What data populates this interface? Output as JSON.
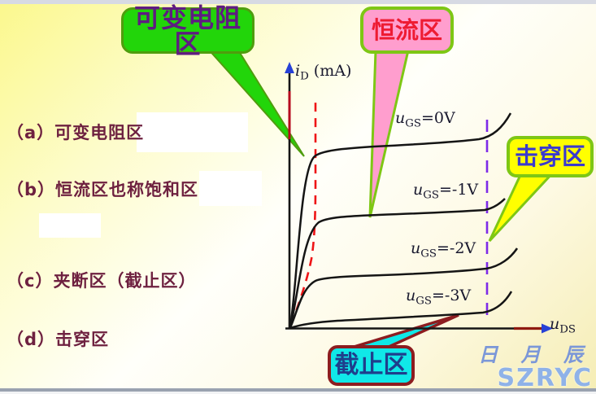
{
  "slide": {
    "callouts": {
      "variable_resistance": "可变电阻区",
      "constant_current": "恒流区",
      "breakdown": "击穿区",
      "cutoff": "截止区"
    },
    "list_items": [
      "（a）可变电阻区",
      "（b）恒流区也称饱和区",
      "（c）夹断区（截止区）",
      "（d）击穿区"
    ],
    "watermark": {
      "line1": "日 月 辰",
      "line2": "SZRYC"
    }
  },
  "chart_data": {
    "type": "line",
    "ylabel": {
      "var": "i",
      "sub": "D",
      "unit": " (mA)"
    },
    "xlabel": {
      "var": "u",
      "sub": "DS"
    },
    "curve_labels": [
      {
        "var": "u",
        "sub": "GS",
        "value": "=0V"
      },
      {
        "var": "u",
        "sub": "GS",
        "value": "=-1V"
      },
      {
        "var": "u",
        "sub": "GS",
        "value": "=-2V"
      },
      {
        "var": "u",
        "sub": "GS",
        "value": "=-3V"
      }
    ],
    "series": [
      {
        "name": "uGS=0V",
        "plateau_relative_current": 0.8,
        "has_breakdown_upturn": true
      },
      {
        "name": "uGS=-1V",
        "plateau_relative_current": 0.49,
        "has_breakdown_upturn": true
      },
      {
        "name": "uGS=-2V",
        "plateau_relative_current": 0.24,
        "has_breakdown_upturn": true
      },
      {
        "name": "uGS=-3V",
        "plateau_relative_current": 0.05,
        "has_breakdown_upturn": true
      }
    ],
    "boundary_lines": [
      {
        "style": "dashed",
        "color": "#ee1416",
        "orientation": "curved-left"
      },
      {
        "style": "dashed",
        "color": "#7d2ae8",
        "orientation": "vertical-right"
      }
    ],
    "regions": [
      "可变电阻区",
      "恒流区",
      "击穿区",
      "截止区"
    ],
    "axis_ranges": "unlabeled",
    "grid": false,
    "legend": "inline-labels"
  },
  "colors": {
    "green_callout": "#22d50a",
    "pink_callout": "#ff9ece",
    "yellow_callout": "#ffff00",
    "cyan_callout": "#10e8e8",
    "callout_green_border": "#7ec715",
    "cyan_border": "#8d1d20",
    "list_text": "#6e2140",
    "curve": "#151515",
    "axis_arrow": "#2741d6",
    "axis_red_overlay": "#b5091e",
    "watermark_blue": "#8fb2e8"
  }
}
